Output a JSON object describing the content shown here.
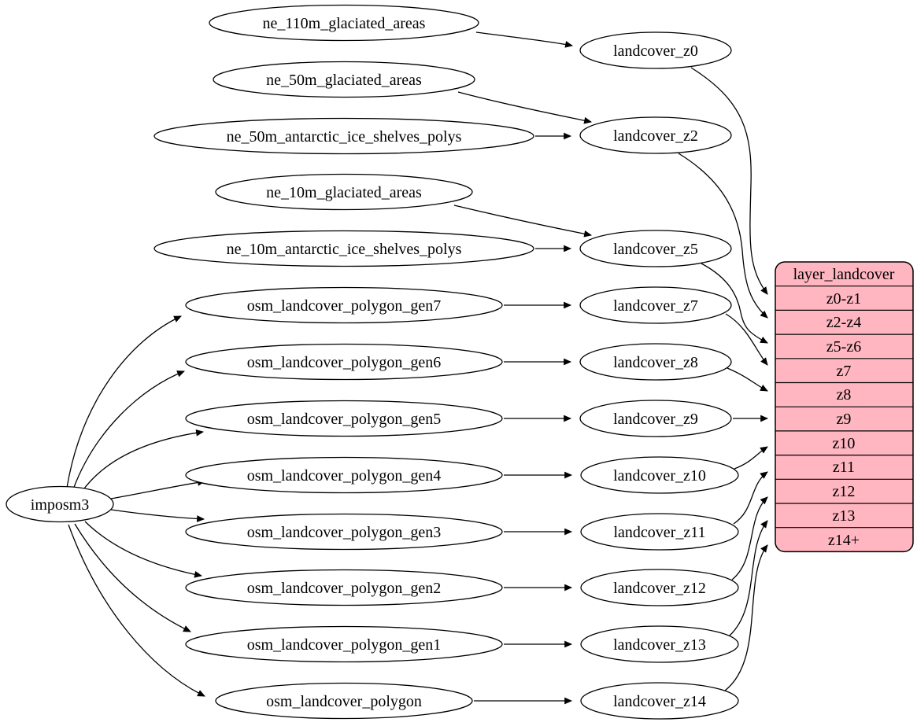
{
  "diagram": {
    "background": "#ffffff",
    "node_fill": "#ffffff",
    "node_stroke": "#000000",
    "edge_color": "#000000"
  },
  "nodes": {
    "imposm3": {
      "label": "imposm3"
    },
    "sources": [
      {
        "label": "ne_110m_glaciated_areas"
      },
      {
        "label": "ne_50m_glaciated_areas"
      },
      {
        "label": "ne_50m_antarctic_ice_shelves_polys"
      },
      {
        "label": "ne_10m_glaciated_areas"
      },
      {
        "label": "ne_10m_antarctic_ice_shelves_polys"
      },
      {
        "label": "osm_landcover_polygon_gen7"
      },
      {
        "label": "osm_landcover_polygon_gen6"
      },
      {
        "label": "osm_landcover_polygon_gen5"
      },
      {
        "label": "osm_landcover_polygon_gen4"
      },
      {
        "label": "osm_landcover_polygon_gen3"
      },
      {
        "label": "osm_landcover_polygon_gen2"
      },
      {
        "label": "osm_landcover_polygon_gen1"
      },
      {
        "label": "osm_landcover_polygon"
      }
    ],
    "landcover": [
      {
        "label": "landcover_z0"
      },
      {
        "label": "landcover_z2"
      },
      {
        "label": "landcover_z5"
      },
      {
        "label": "landcover_z7"
      },
      {
        "label": "landcover_z8"
      },
      {
        "label": "landcover_z9"
      },
      {
        "label": "landcover_z10"
      },
      {
        "label": "landcover_z11"
      },
      {
        "label": "landcover_z12"
      },
      {
        "label": "landcover_z13"
      },
      {
        "label": "landcover_z14"
      }
    ]
  },
  "table": {
    "title": "layer_landcover",
    "fill": "#ffb6c1",
    "rows": [
      "z0-z1",
      "z2-z4",
      "z5-z6",
      "z7",
      "z8",
      "z9",
      "z10",
      "z11",
      "z12",
      "z13",
      "z14+"
    ]
  },
  "edges": [
    {
      "from": "ne_110m_glaciated_areas",
      "to": "landcover_z0"
    },
    {
      "from": "ne_50m_glaciated_areas",
      "to": "landcover_z2"
    },
    {
      "from": "ne_50m_antarctic_ice_shelves_polys",
      "to": "landcover_z2"
    },
    {
      "from": "ne_10m_glaciated_areas",
      "to": "landcover_z5"
    },
    {
      "from": "ne_10m_antarctic_ice_shelves_polys",
      "to": "landcover_z5"
    },
    {
      "from": "imposm3",
      "to": "osm_landcover_polygon_gen7"
    },
    {
      "from": "imposm3",
      "to": "osm_landcover_polygon_gen6"
    },
    {
      "from": "imposm3",
      "to": "osm_landcover_polygon_gen5"
    },
    {
      "from": "imposm3",
      "to": "osm_landcover_polygon_gen4"
    },
    {
      "from": "imposm3",
      "to": "osm_landcover_polygon_gen3"
    },
    {
      "from": "imposm3",
      "to": "osm_landcover_polygon_gen2"
    },
    {
      "from": "imposm3",
      "to": "osm_landcover_polygon_gen1"
    },
    {
      "from": "imposm3",
      "to": "osm_landcover_polygon"
    },
    {
      "from": "osm_landcover_polygon_gen7",
      "to": "landcover_z7"
    },
    {
      "from": "osm_landcover_polygon_gen6",
      "to": "landcover_z8"
    },
    {
      "from": "osm_landcover_polygon_gen5",
      "to": "landcover_z9"
    },
    {
      "from": "osm_landcover_polygon_gen4",
      "to": "landcover_z10"
    },
    {
      "from": "osm_landcover_polygon_gen3",
      "to": "landcover_z11"
    },
    {
      "from": "osm_landcover_polygon_gen2",
      "to": "landcover_z12"
    },
    {
      "from": "osm_landcover_polygon_gen1",
      "to": "landcover_z13"
    },
    {
      "from": "osm_landcover_polygon",
      "to": "landcover_z14"
    },
    {
      "from": "landcover_z0",
      "to": "layer_landcover.z0-z1"
    },
    {
      "from": "landcover_z2",
      "to": "layer_landcover.z2-z4"
    },
    {
      "from": "landcover_z5",
      "to": "layer_landcover.z5-z6"
    },
    {
      "from": "landcover_z7",
      "to": "layer_landcover.z7"
    },
    {
      "from": "landcover_z8",
      "to": "layer_landcover.z8"
    },
    {
      "from": "landcover_z9",
      "to": "layer_landcover.z9"
    },
    {
      "from": "landcover_z10",
      "to": "layer_landcover.z10"
    },
    {
      "from": "landcover_z11",
      "to": "layer_landcover.z11"
    },
    {
      "from": "landcover_z12",
      "to": "layer_landcover.z12"
    },
    {
      "from": "landcover_z13",
      "to": "layer_landcover.z13"
    },
    {
      "from": "landcover_z14",
      "to": "layer_landcover.z14+"
    }
  ]
}
